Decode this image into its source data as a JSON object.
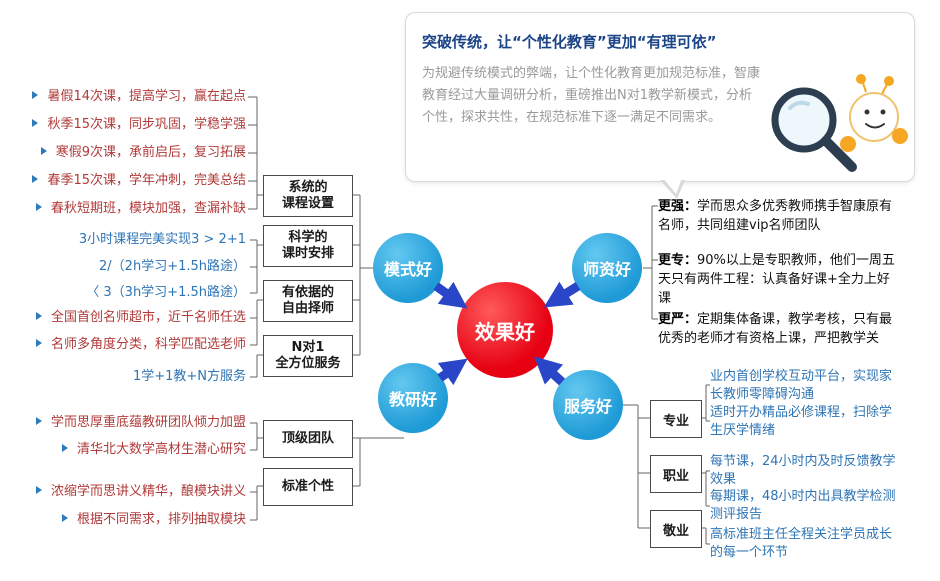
{
  "bubble": {
    "title": "突破传统，让“个性化教育”更加“有理可依”",
    "body": "为规避传统模式的弊端，让个性化教育更加规范标准，智康教育经过大量调研分析，重磅推出N对1教学新模式，分析个性，探求共性，在规范标准下逐一满足不同需求。"
  },
  "center_label": "效果好",
  "nodes": {
    "mode": "模式好",
    "teachers": "师资好",
    "research": "教研好",
    "service": "服务好"
  },
  "mode": {
    "boxes": [
      "系统的\n课程设置",
      "科学的\n课时安排",
      "有依据的\n自由择师",
      "N对1\n全方位服务"
    ],
    "course_items": [
      "暑假14次课，提高学习，赢在起点",
      "秋季15次课，同步巩固，学稳学强",
      "寒假9次课，承前启后，复习拓展",
      "春季15次课，学年冲刺，完美总结",
      "春秋短期班，模块加强，查漏补缺"
    ],
    "time_items": [
      "3小时课程完美实现3 > 2+1",
      "2/（2h学习+1.5h路途）",
      "〈 3（3h学习+1.5h路途）"
    ],
    "pick_items": [
      "全国首创名师超市，近千名师任选",
      "名师多角度分类，科学匹配选老师"
    ],
    "service_items": [
      "1学+1教+N方服务"
    ]
  },
  "teachers": {
    "points": [
      {
        "label": "更强：",
        "text": "学而思众多优秀教师携手智康原有名师，共同组建vip名师团队"
      },
      {
        "label": "更专：",
        "text": "90%以上是专职教师，他们一周五天只有两件工程：认真备好课+全力上好课"
      },
      {
        "label": "更严：",
        "text": "定期集体备课，教学考核，只有最优秀的老师才有资格上课，严把教学关"
      }
    ]
  },
  "research": {
    "boxes": [
      "顶级团队",
      "标准个性"
    ],
    "items": [
      "学而思厚重底蕴教研团队倾力加盟",
      "清华北大数学高材生潜心研究",
      "浓缩学而思讲义精华，酿模块讲义",
      "根据不同需求，排列抽取模块"
    ]
  },
  "service": {
    "boxes": [
      "专业",
      "职业",
      "敬业"
    ],
    "items": [
      "业内首创学校互动平台，实现家长教师零障碍沟通",
      "适时开办精品必修课程，扫除学生厌学情绪",
      "每节课，24小时内及时反馈教学效果",
      "每期课，48小时内出具教学检测测评报告",
      "高标准班主任全程关注学员成长的每一个环节"
    ]
  },
  "colors": {
    "center_red": "#e60012",
    "node_blue": "#29a7e1",
    "arrow_blue": "#2a46c8",
    "text_red": "#b03a3a",
    "text_blue": "#2e74b5",
    "title_navy": "#1c4587"
  }
}
